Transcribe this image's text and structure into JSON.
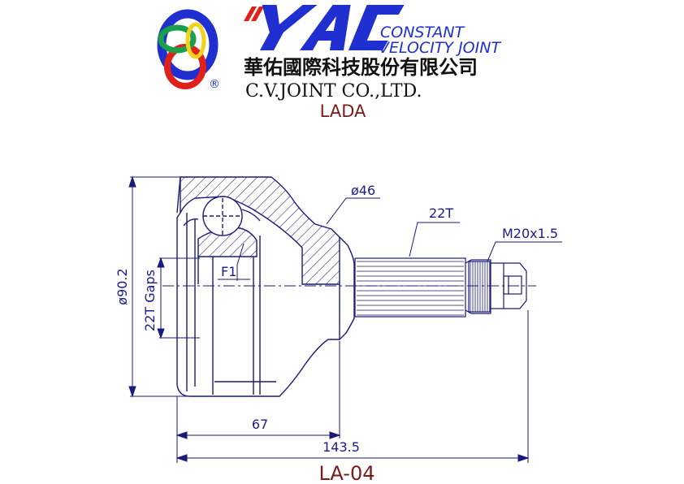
{
  "company": {
    "brand": "YAC",
    "tagline_line1": "CONSTANT",
    "tagline_line2": "VELOCITY JOINT",
    "chinese_name": "華佑國際科技股份有限公司",
    "english_name": "C.V.JOINT CO.,LTD.",
    "registered_mark": "®"
  },
  "vehicle": "LADA",
  "part_number": "LA-04",
  "dimensions": {
    "outer_diameter": "ø90.2",
    "neck_diameter": "ø46",
    "spline": "22T",
    "thread": "M20x1.5",
    "inner_spline_gaps": "22T Gaps",
    "flat": "F1",
    "length_to_shoulder": "67",
    "overall_length": "143.5"
  },
  "colors": {
    "line": "#1a1a7a",
    "text_blue": "#1a1a8a",
    "part_number": "#7a1a1a",
    "logo_blue": "#1f2fd0",
    "logo_red": "#e0201a",
    "logo_green": "#1aa04a",
    "logo_yellow": "#f5d21a"
  }
}
